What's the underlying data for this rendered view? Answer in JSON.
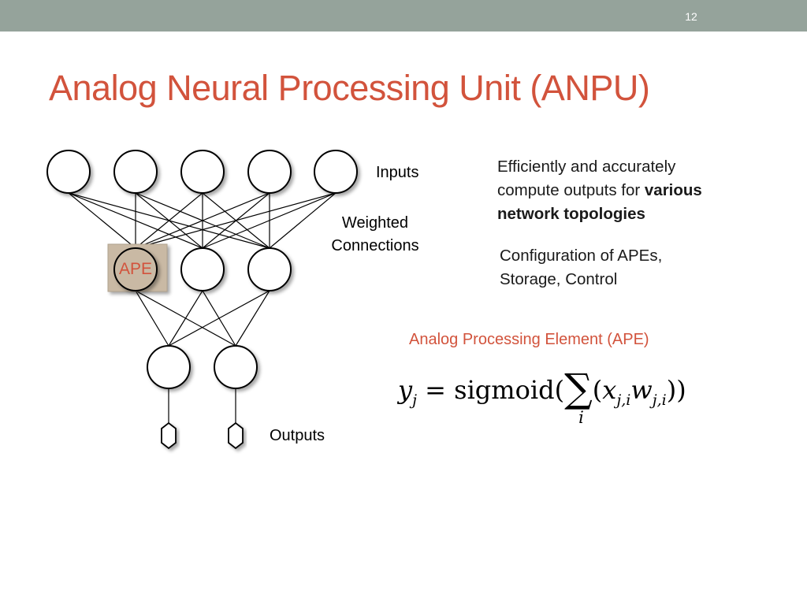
{
  "header": {
    "slide_number": "12"
  },
  "title": "Analog Neural Processing Unit (ANPU)",
  "diagram": {
    "inputs_label": "Inputs",
    "weighted_label_line1": "Weighted",
    "weighted_label_line2": "Connections",
    "ape_label": "APE",
    "outputs_label": "Outputs"
  },
  "right_panel": {
    "line1": "Efficiently and accurately",
    "line2_prefix": "compute outputs for ",
    "line2_bold": "various",
    "line3_bold": "network topologies",
    "config_line1": "Configuration of APEs,",
    "config_line2": "Storage, Control"
  },
  "ape_heading": "Analog Processing Element (APE)",
  "formula": {
    "lhs": "y",
    "lhs_sub": "j",
    "eq": "= sigmoid(",
    "sum_sub": "i",
    "x": "x",
    "x_sub": "j,i",
    "w": "w",
    "w_sub": "j,i",
    "close": "))"
  },
  "colors": {
    "accent": "#d2533c",
    "topbar": "#95a39b"
  }
}
